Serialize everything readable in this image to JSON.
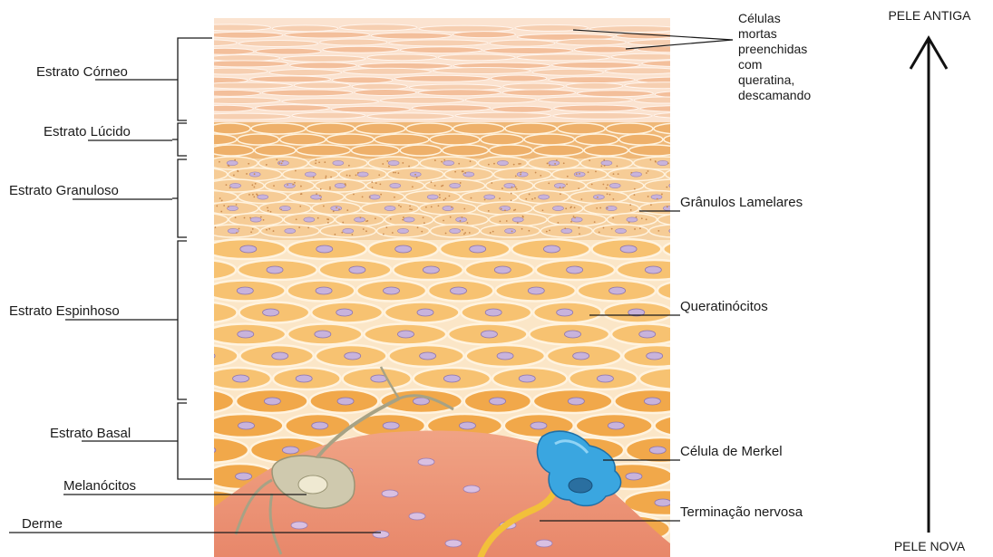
{
  "layers": {
    "corneo": "Estrato Córneo",
    "lucido": "Estrato Lúcido",
    "granuloso": "Estrato Granuloso",
    "espinhoso": "Estrato Espinhoso",
    "basal": "Estrato Basal",
    "melanocitos": "Melanócitos",
    "derme": "Derme"
  },
  "annotations": {
    "dead_cells": [
      "Células",
      "mortas",
      "preenchidas",
      "com",
      "queratina,",
      "descamando"
    ],
    "granulos": "Grânulos Lamelares",
    "queratinocitos": "Queratinócitos",
    "merkel": "Célula de Merkel",
    "terminacao": "Terminação nervosa"
  },
  "arrow": {
    "top": "PELE ANTIGA",
    "bottom": "PELE NOVA"
  },
  "colors": {
    "corneum": "#f4c9a8",
    "lucidum": "#eeb06a",
    "granulosum": "#f6cc96",
    "spinosum_cell": "#f7c271",
    "basal_cell": "#f1a84a",
    "cell_border": "#fff3df",
    "nucleus": "#c8b3dc",
    "dermis": "#ee9a7c",
    "merkel": "#3aa6e0",
    "melanocyte": "#c9c4aa",
    "nerve": "#f2c03a"
  }
}
